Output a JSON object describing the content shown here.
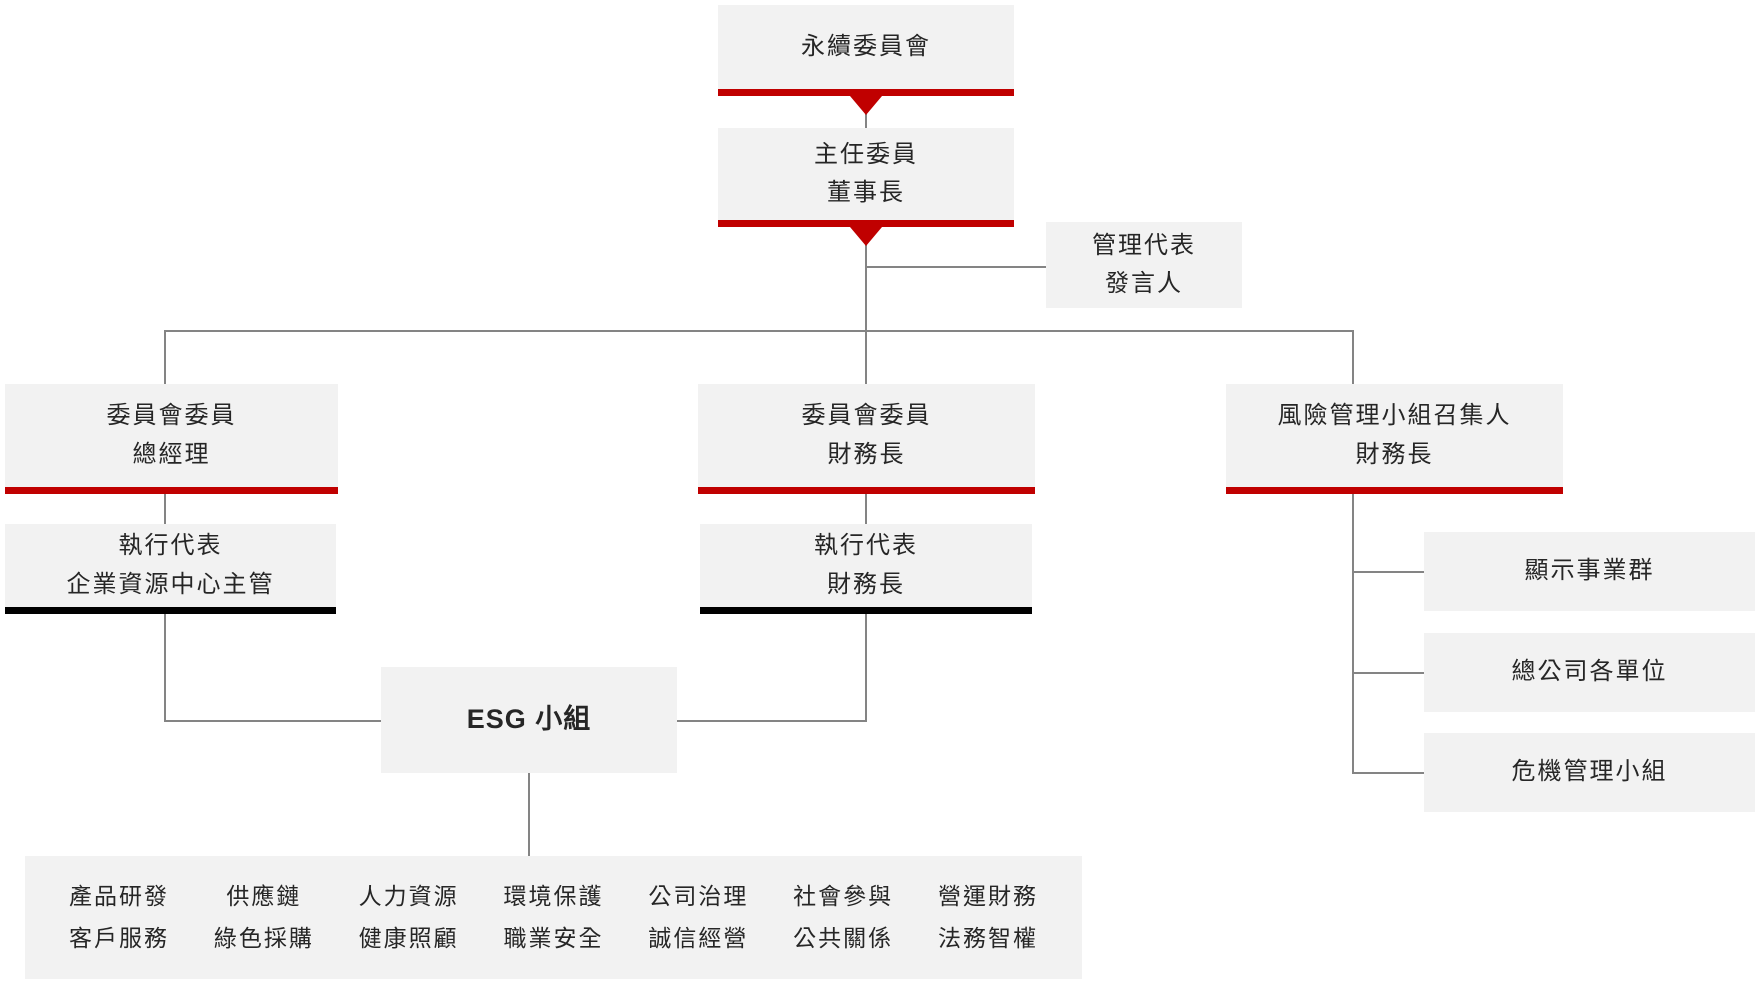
{
  "colors": {
    "box_bg": "#f2f2f2",
    "accent_red": "#c00000",
    "underline_black": "#000000",
    "line_gray": "#848484",
    "text": "#262626"
  },
  "nodes": {
    "committee": {
      "lines": [
        "永續委員會"
      ]
    },
    "chairman": {
      "lines": [
        "主任委員",
        "董事長"
      ]
    },
    "mgmt_rep": {
      "lines": [
        "管理代表",
        "發言人"
      ]
    },
    "member_gm": {
      "lines": [
        "委員會委員",
        "總經理"
      ]
    },
    "exec_erc": {
      "lines": [
        "執行代表",
        "企業資源中心主管"
      ]
    },
    "member_cfo": {
      "lines": [
        "委員會委員",
        "財務長"
      ]
    },
    "exec_cfo": {
      "lines": [
        "執行代表",
        "財務長"
      ]
    },
    "risk_convener": {
      "lines": [
        "風險管理小組召集人",
        "財務長"
      ]
    },
    "display_bg": {
      "label": "顯示事業群"
    },
    "hq_units": {
      "label": "總公司各單位"
    },
    "crisis_team": {
      "label": "危機管理小組"
    },
    "esg_team": {
      "label": "ESG 小組"
    },
    "esg_functions": {
      "columns": [
        {
          "top": "產品研發",
          "bottom": "客戶服務"
        },
        {
          "top": "供應鏈",
          "bottom": "綠色採購"
        },
        {
          "top": "人力資源",
          "bottom": "健康照顧"
        },
        {
          "top": "環境保護",
          "bottom": "職業安全"
        },
        {
          "top": "公司治理",
          "bottom": "誠信經營"
        },
        {
          "top": "社會參與",
          "bottom": "公共關係"
        },
        {
          "top": "營運財務",
          "bottom": "法務智權"
        }
      ]
    }
  }
}
